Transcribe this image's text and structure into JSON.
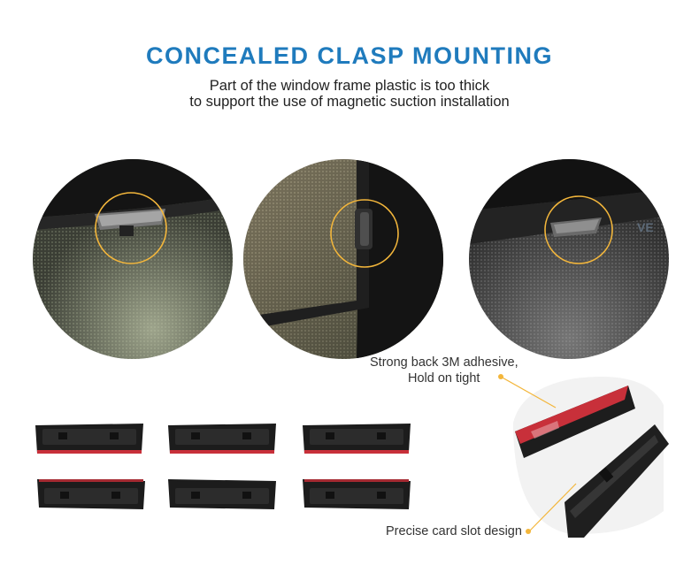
{
  "header": {
    "title": "CONCEALED CLASP MOUNTING",
    "subtitle_line1": "Part of the window frame plastic is too thick",
    "subtitle_line2": "to support the use of magnetic suction installation"
  },
  "callouts": {
    "adhesive_line1": "Strong back 3M adhesive,",
    "adhesive_line2": "Hold on tight",
    "slot": "Precise card slot design"
  },
  "colors": {
    "title": "#1f7bbd",
    "highlight_ring": "#f3b63b",
    "adhesive_tape": "#c8303a",
    "clip_body": "#1c1c1c"
  },
  "photos": [
    {
      "name": "clip-mounted-top-edge-photo"
    },
    {
      "name": "clip-mounted-side-edge-photo"
    },
    {
      "name": "clip-mounted-right-edge-photo"
    }
  ],
  "clips": [
    {
      "name": "clip-1"
    },
    {
      "name": "clip-2"
    },
    {
      "name": "clip-3"
    },
    {
      "name": "clip-4"
    },
    {
      "name": "clip-5"
    },
    {
      "name": "clip-6"
    }
  ]
}
